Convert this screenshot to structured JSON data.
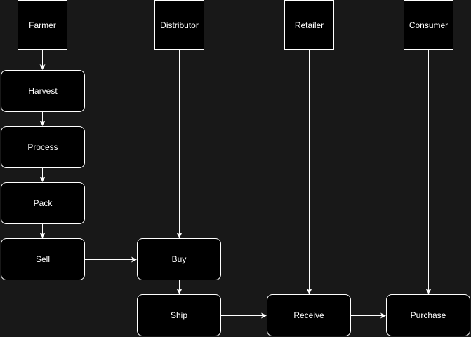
{
  "diagram": {
    "actors": {
      "farmer": "Farmer",
      "distributor": "Distributor",
      "retailer": "Retailer",
      "consumer": "Consumer"
    },
    "steps": {
      "harvest": "Harvest",
      "process": "Process",
      "pack": "Pack",
      "sell": "Sell",
      "buy": "Buy",
      "ship": "Ship",
      "receive": "Receive",
      "purchase": "Purchase"
    },
    "edges": [
      [
        "Farmer",
        "Harvest"
      ],
      [
        "Harvest",
        "Process"
      ],
      [
        "Process",
        "Pack"
      ],
      [
        "Pack",
        "Sell"
      ],
      [
        "Sell",
        "Buy"
      ],
      [
        "Distributor",
        "Buy"
      ],
      [
        "Buy",
        "Ship"
      ],
      [
        "Ship",
        "Receive"
      ],
      [
        "Retailer",
        "Receive"
      ],
      [
        "Receive",
        "Purchase"
      ],
      [
        "Consumer",
        "Purchase"
      ]
    ],
    "colors": {
      "background": "#181818",
      "node_fill": "#000000",
      "stroke": "#ffffff",
      "text": "#ffffff"
    }
  }
}
